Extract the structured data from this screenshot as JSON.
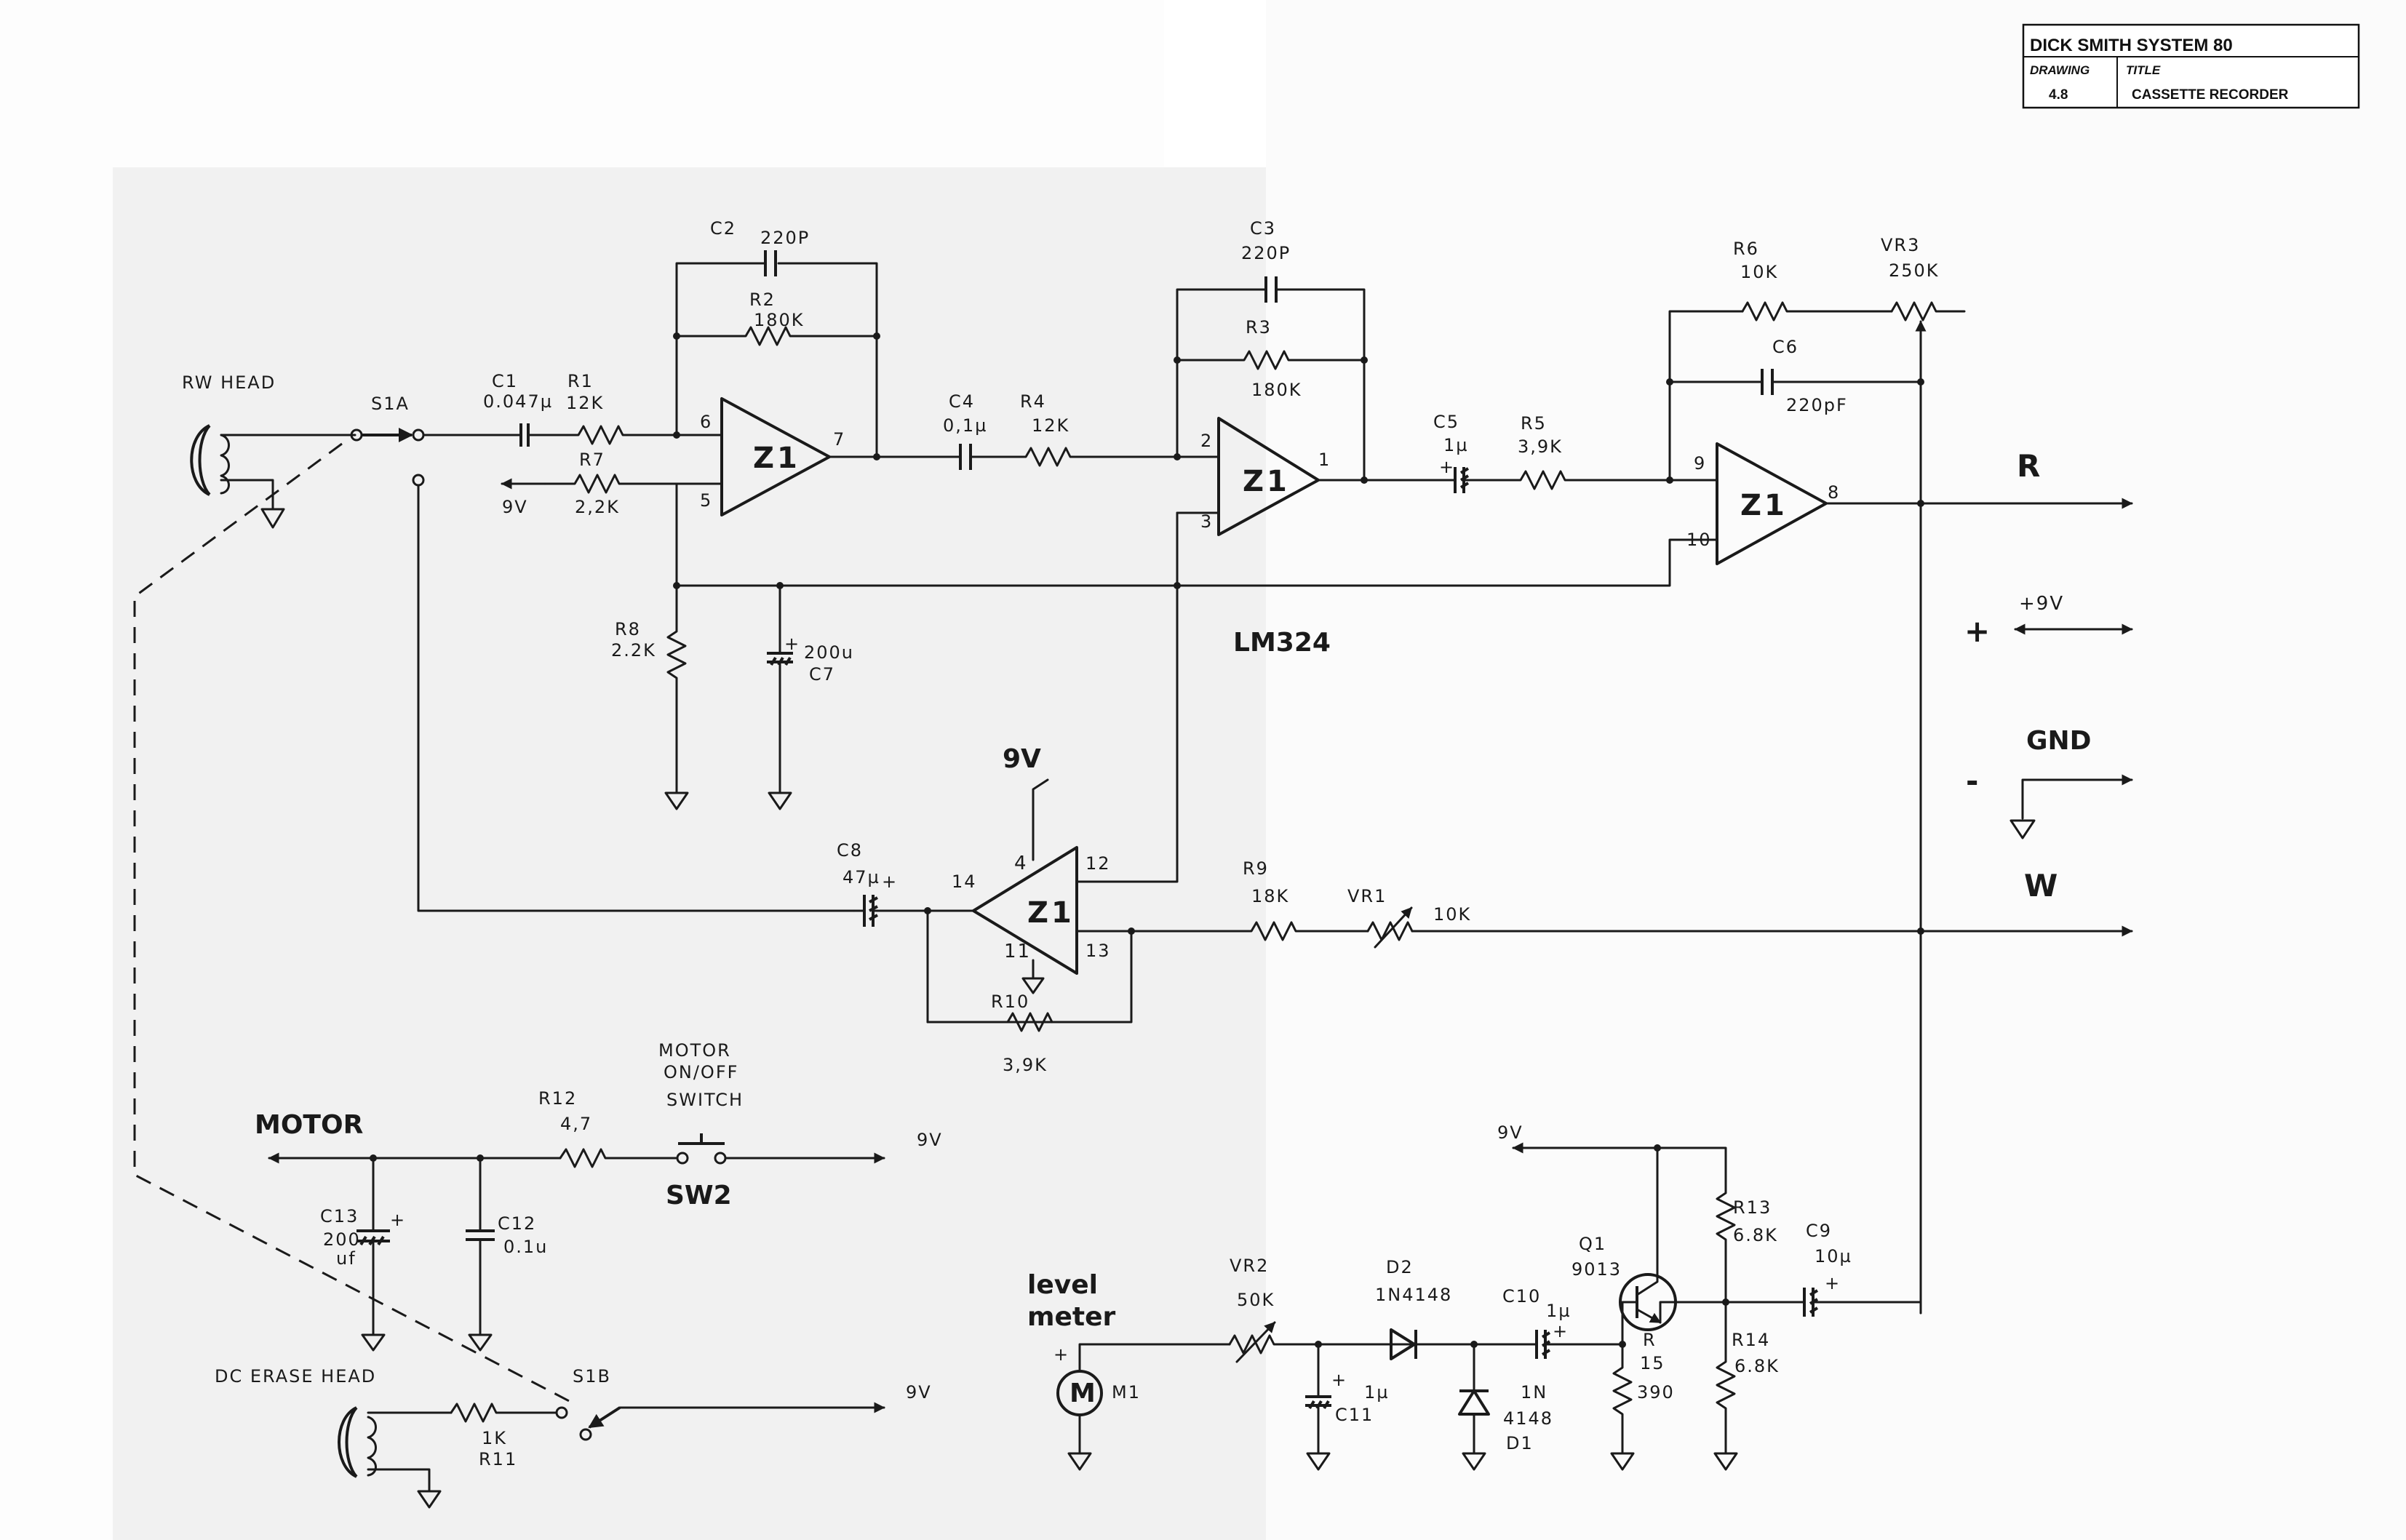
{
  "title_block": {
    "system": "DICK SMITH SYSTEM 80",
    "drawing_label": "DRAWING",
    "title_label": "TITLE",
    "drawing_no": "4.8",
    "title": "CASSETTE RECORDER"
  },
  "heads": {
    "rw": "RW HEAD",
    "erase": "DC ERASE HEAD"
  },
  "switches": {
    "s1a": "S1A",
    "s1b": "S1B",
    "sw2": "SW2",
    "sw2_desc": [
      "MOTOR",
      "ON/OFF",
      "SWITCH"
    ]
  },
  "amps": {
    "z1": "Z1",
    "ic": "LM324"
  },
  "pins": {
    "p6": "6",
    "p5": "5",
    "p7": "7",
    "p2": "2",
    "p3": "3",
    "p1": "1",
    "p9": "9",
    "p10": "10",
    "p8": "8",
    "p14": "14",
    "p4": "4",
    "p11": "11",
    "p12": "12",
    "p13": "13"
  },
  "components": {
    "c1": {
      "ref": "C1",
      "value": "0.047µ"
    },
    "r1": {
      "ref": "R1",
      "value": "12K"
    },
    "r7": {
      "ref": "R7",
      "value": "2,2K"
    },
    "c2": {
      "ref": "C2",
      "value": "220P"
    },
    "r2": {
      "ref": "R2",
      "value": "180K"
    },
    "c4": {
      "ref": "C4",
      "value": "0,1µ"
    },
    "r4": {
      "ref": "R4",
      "value": "12K"
    },
    "c3": {
      "ref": "C3",
      "value": "220P"
    },
    "r3": {
      "ref": "R3",
      "value": "180K"
    },
    "c5": {
      "ref": "C5",
      "value": "1µ"
    },
    "r5": {
      "ref": "R5",
      "value": "3,9K"
    },
    "r6": {
      "ref": "R6",
      "value": "10K"
    },
    "vr3": {
      "ref": "VR3",
      "value": "250K"
    },
    "c6": {
      "ref": "C6",
      "value": "220pF"
    },
    "r8": {
      "ref": "R8",
      "value": "2.2K"
    },
    "c7": {
      "ref": "C7",
      "value": "200u"
    },
    "c8": {
      "ref": "C8",
      "value": "47µ"
    },
    "r9": {
      "ref": "R9",
      "value": "18K"
    },
    "vr1": {
      "ref": "VR1",
      "value": "10K"
    },
    "r10": {
      "ref": "R10",
      "value": "3,9K"
    },
    "r12": {
      "ref": "R12",
      "value": "4,7"
    },
    "c13": {
      "ref": "C13",
      "value": "200",
      "unit": "uf"
    },
    "c12": {
      "ref": "C12",
      "value": "0.1u"
    },
    "r11": {
      "ref": "R11",
      "value": "1K"
    },
    "vr2": {
      "ref": "VR2",
      "value": "50K"
    },
    "d2": {
      "ref": "D2",
      "value": "1N4148"
    },
    "c10": {
      "ref": "C10",
      "value": "1µ"
    },
    "q1": {
      "ref": "Q1",
      "value": "9013"
    },
    "r13": {
      "ref": "R13",
      "value": "6.8K"
    },
    "c9": {
      "ref": "C9",
      "value": "10µ"
    },
    "r14": {
      "ref": "R14",
      "value": "6.8K"
    },
    "r15": {
      "ref": "R",
      "ref2": "15",
      "value": "390"
    },
    "c11": {
      "ref": "C11",
      "value": "1µ"
    },
    "d1": {
      "ref": "D1",
      "value_a": "1N",
      "value_b": "4148"
    },
    "m1": {
      "ref": "M1",
      "symbol": "M"
    }
  },
  "rails": {
    "v9": "9V",
    "v9_big": "9V",
    "plus_9v": "+9V",
    "gnd": "GND",
    "plus": "+",
    "minus": "-"
  },
  "outputs": {
    "r": "R",
    "w": "W",
    "motor": "MOTOR",
    "level_a": "level",
    "level_b": "meter"
  }
}
